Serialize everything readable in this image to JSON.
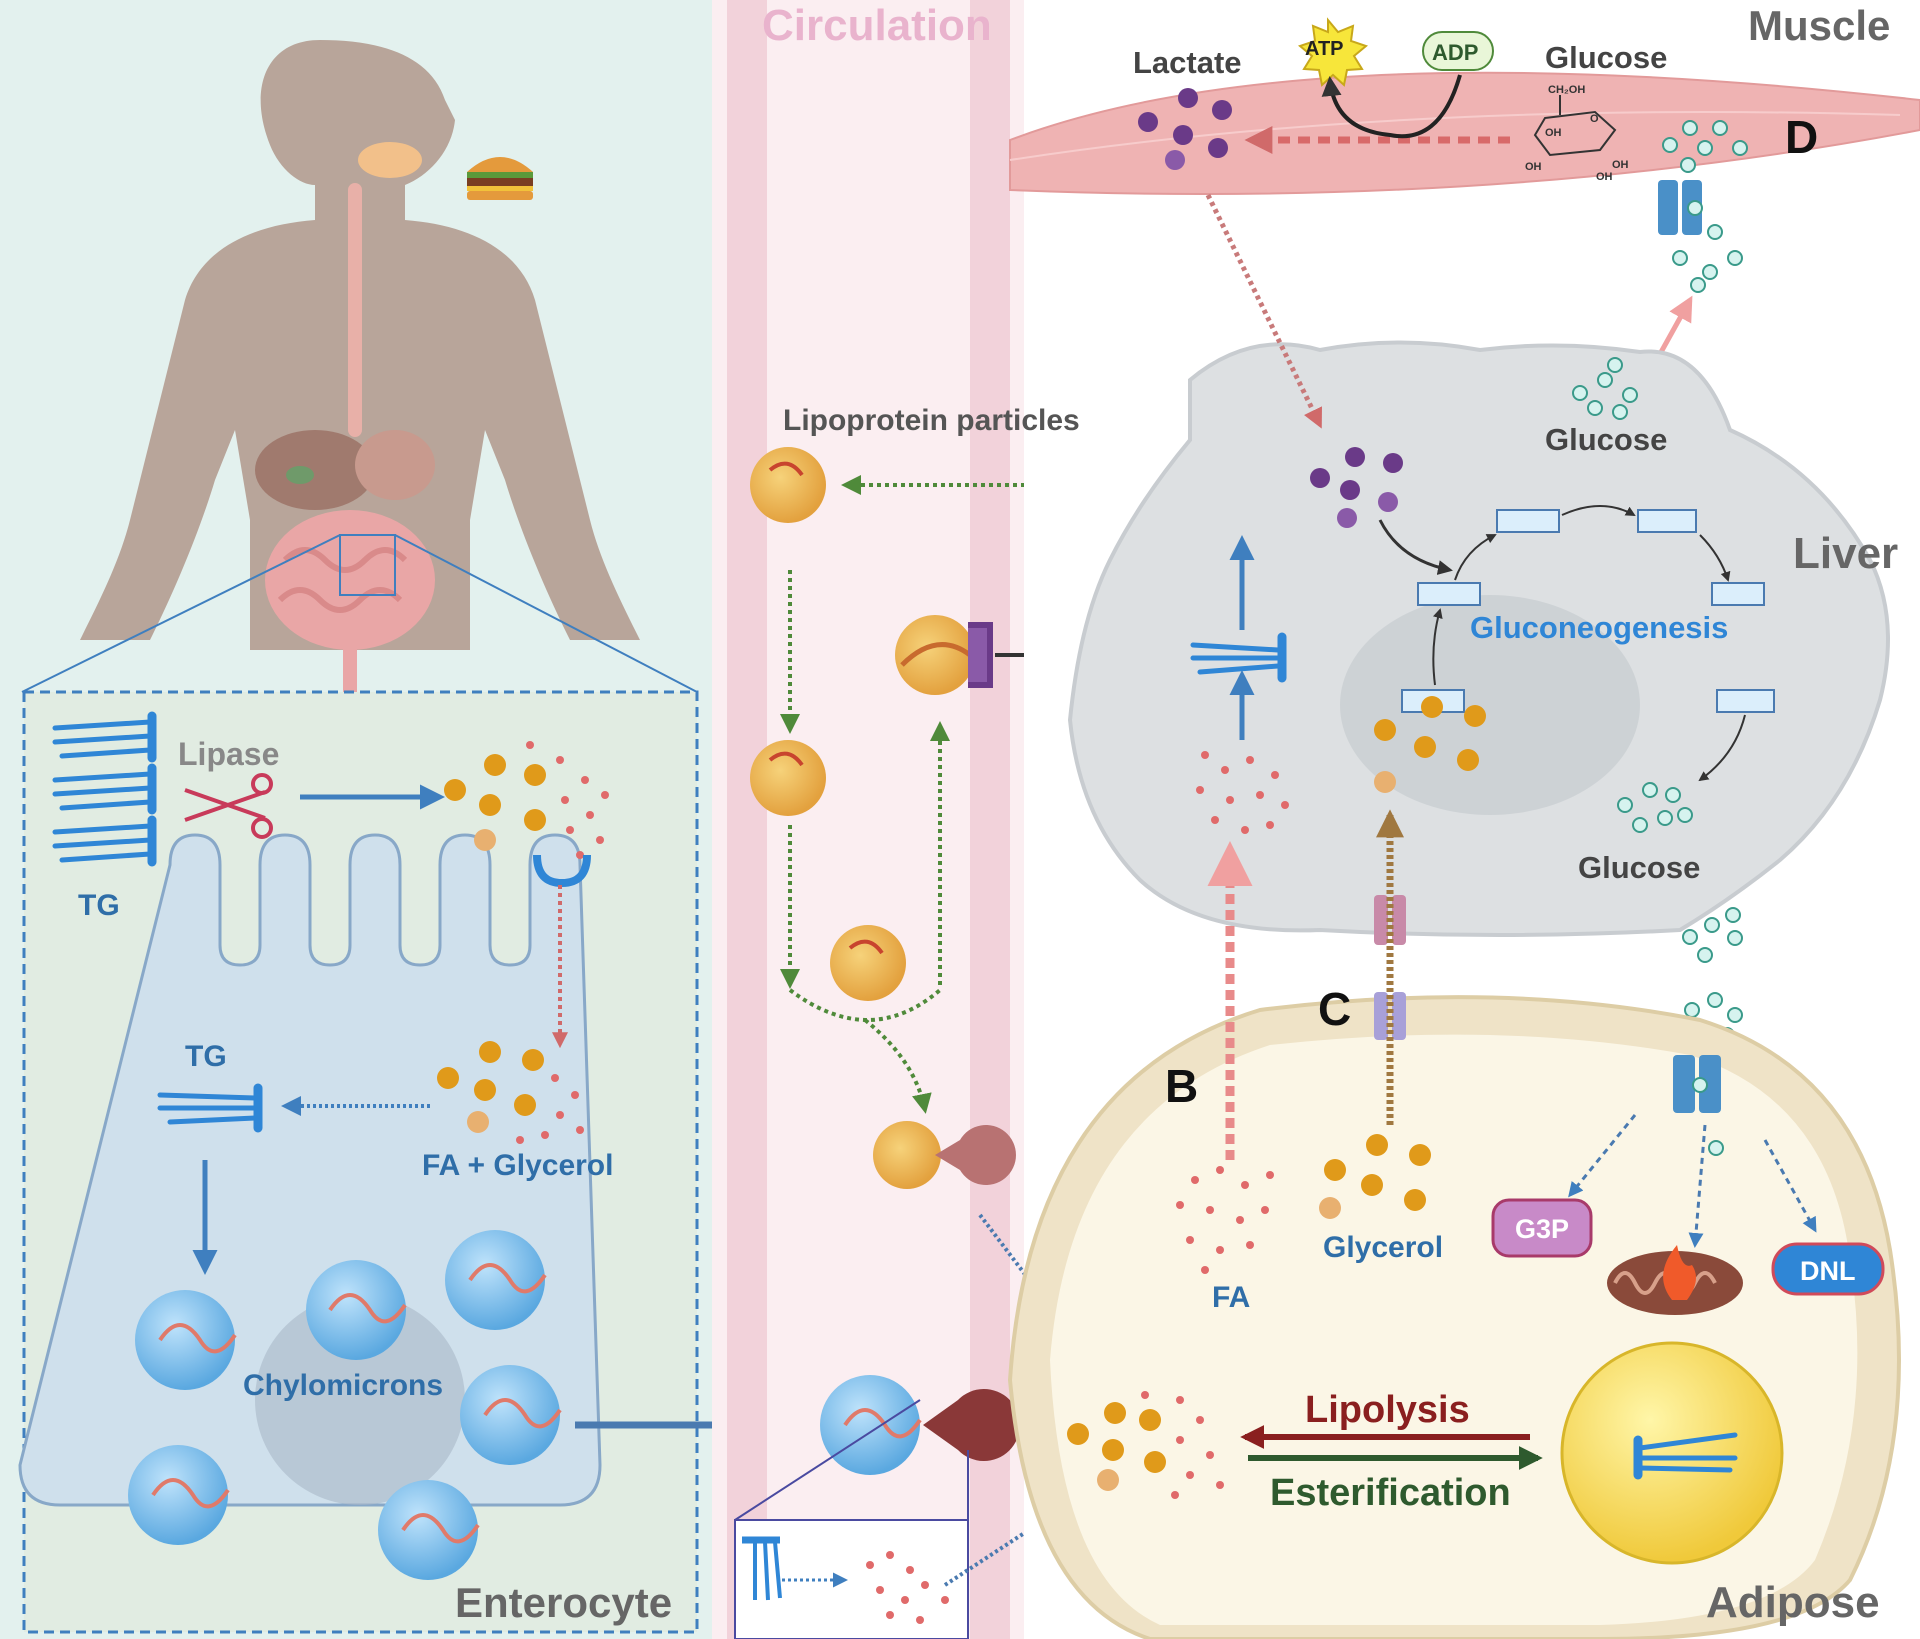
{
  "regions": {
    "circulation": "Circulation",
    "muscle": "Muscle",
    "liver": "Liver",
    "adipose": "Adipose",
    "enterocyte": "Enterocyte"
  },
  "panels": {
    "b": "B",
    "c": "C",
    "d": "D"
  },
  "labels": {
    "lactate": "Lactate",
    "atp": "ATP",
    "adp": "ADP",
    "glucose_muscle": "Glucose",
    "glucose_liver_top": "Glucose",
    "glucose_liver_bottom": "Glucose",
    "gluconeogenesis": "Gluconeogenesis",
    "lipoprotein_particles": "Lipoprotein particles",
    "lipase": "Lipase",
    "tg_top": "TG",
    "tg_cell": "TG",
    "fa_glycerol": "FA + Glycerol",
    "chylomicrons": "Chylomicrons",
    "fa": "FA",
    "glycerol": "Glycerol",
    "g3p": "G3P",
    "dnl": "DNL",
    "lipolysis": "Lipolysis",
    "esterification": "Esterification"
  },
  "glucose_structure": {
    "ch2oh": "CH₂OH",
    "ring_o": "O",
    "oh_a": "OH",
    "oh_b": "OH",
    "oh_c": "OH",
    "oh_d": "OH"
  },
  "colors": {
    "left_bg": "#e3f1ee",
    "circulation_band": "#f6dfe4",
    "muscle": "#efb3b3",
    "liver": "#dde0e2",
    "adipose": "#efe3c7",
    "enterocyte": "#cfe0ec",
    "blue_text": "#2f6ea8",
    "lipolysis": "#8a1f1f",
    "esterification": "#2e5a2e",
    "gluconeogenesis": "#2f86d6"
  }
}
